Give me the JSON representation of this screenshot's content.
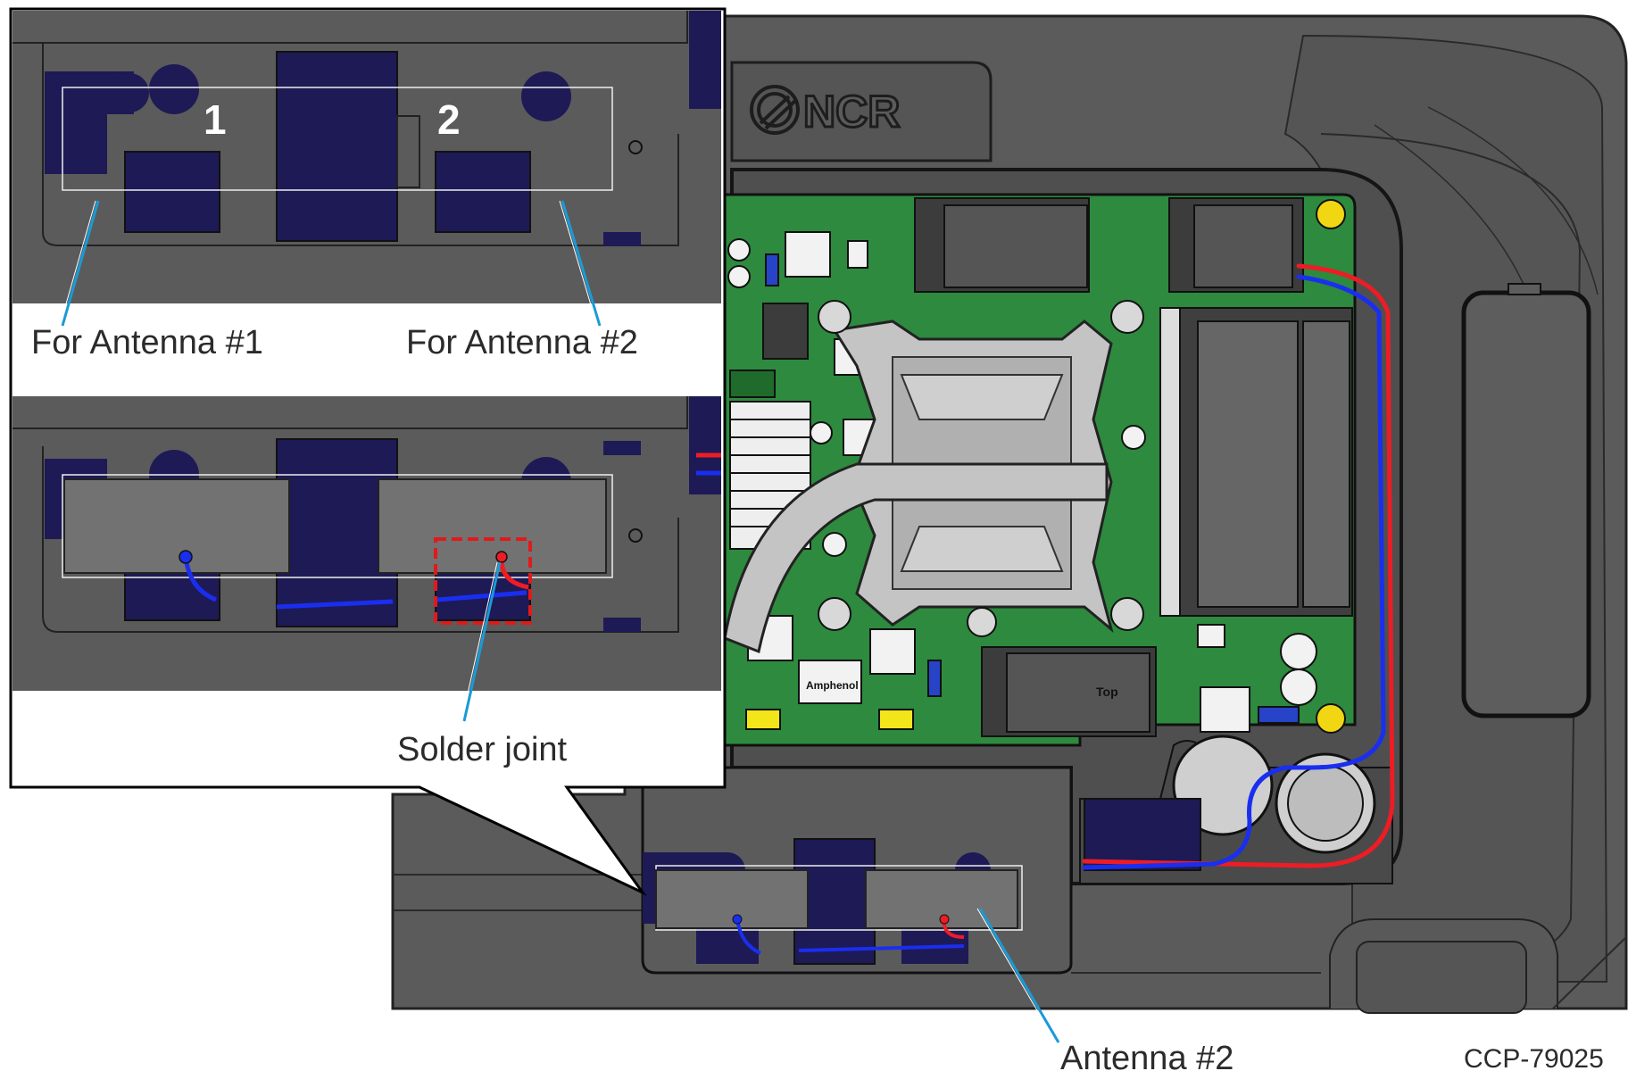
{
  "brand": {
    "logo_text": "NCR"
  },
  "callouts": {
    "slot1_number": "1",
    "slot2_number": "2",
    "for_antenna_1": "For Antenna #1",
    "for_antenna_2": "For Antenna #2",
    "solder_joint": "Solder joint",
    "antenna_2": "Antenna #2"
  },
  "board_labels": {
    "connector": "Amphenol",
    "module": "Top"
  },
  "figure_id": "CCP-79025",
  "colors": {
    "housing": "#5a5a5a",
    "housing_dark": "#4a4a4a",
    "pcb": "#2d8a3e",
    "navy_part": "#1e1a55",
    "antenna_pad": "#707070",
    "heatsink": "#b8b8b8",
    "wire_red": "#ee1c25",
    "wire_blue": "#1a2ef0",
    "leader_line": "#1a9ad6",
    "highlight_box": "#e01a1a"
  }
}
